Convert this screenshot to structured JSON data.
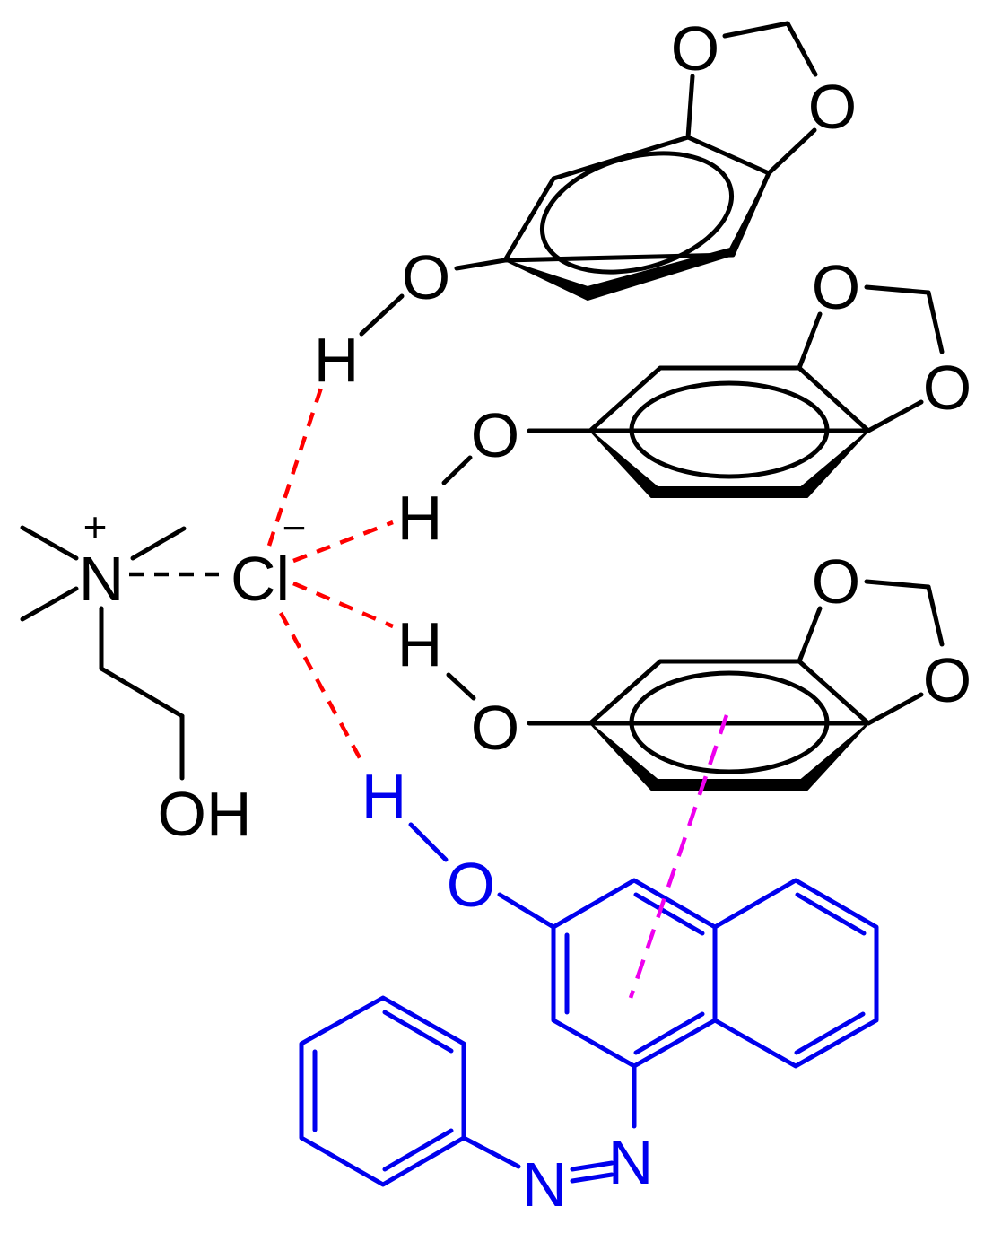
{
  "atoms": {
    "ammonium_n": "N",
    "ammonium_charge": "+",
    "chloride": "Cl",
    "chloride_charge": "−",
    "choline_oh": "OH",
    "oxygen": "O",
    "hydrogen": "H",
    "nitrogen": "N"
  },
  "colors": {
    "default": "#000000",
    "hydrogen_bond": "#ff0000",
    "dye": "#0000ee",
    "pi_stacking": "#ee00ee"
  }
}
